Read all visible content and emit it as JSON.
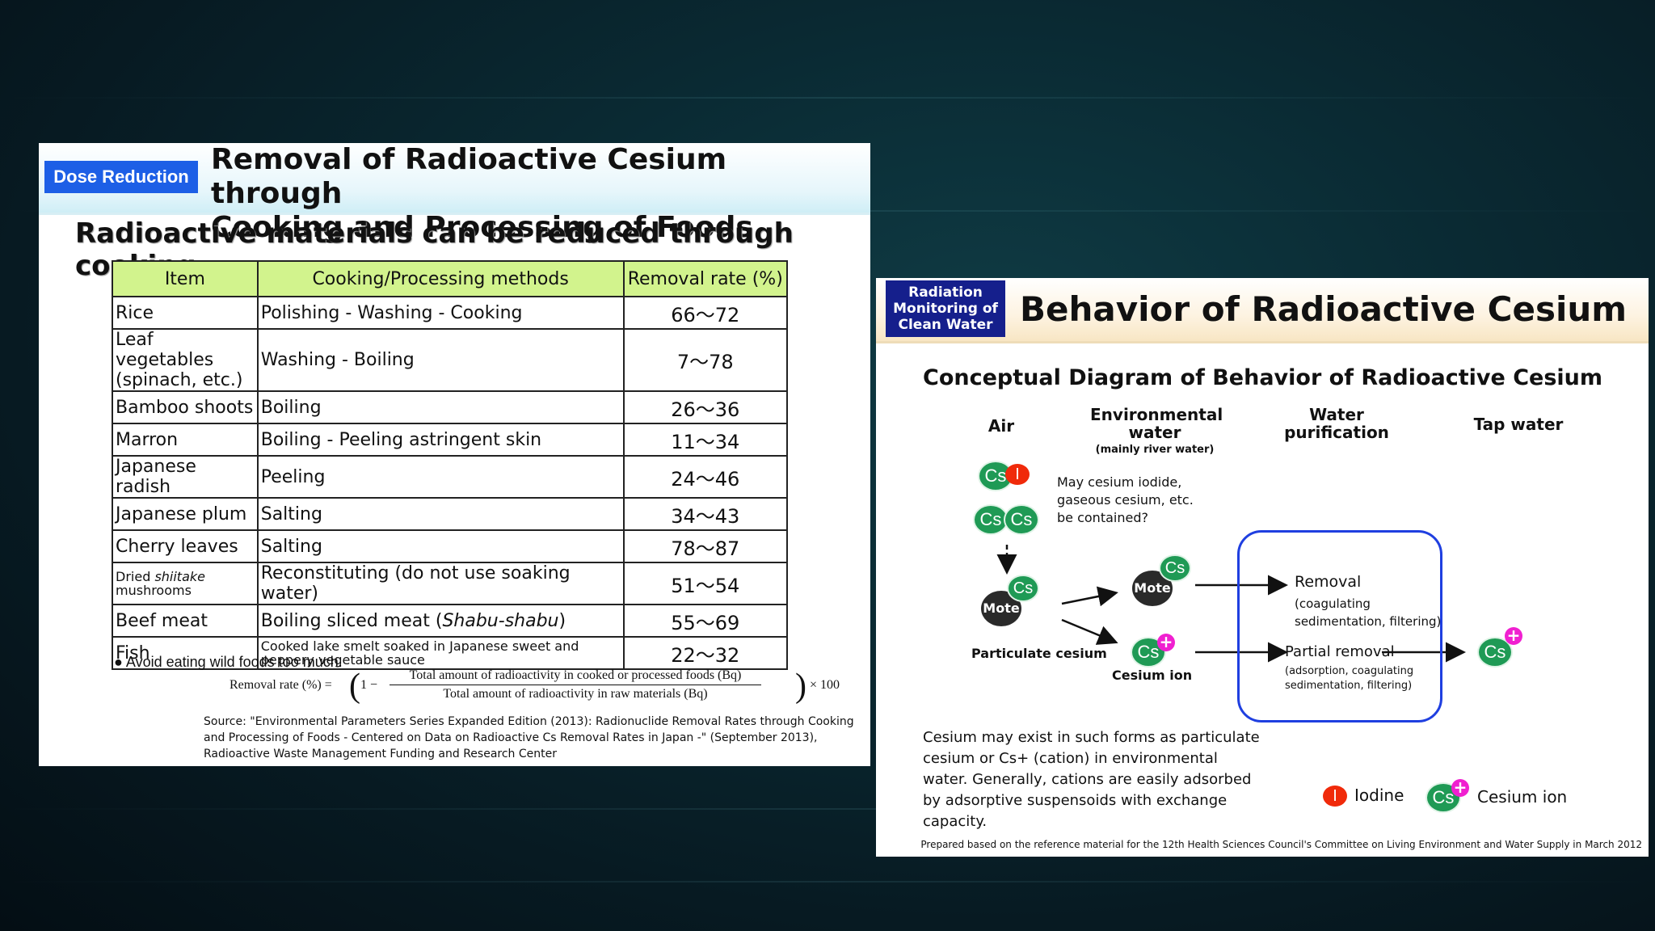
{
  "left_slide": {
    "tag": "Dose Reduction",
    "title_line1": "Removal of Radioactive Cesium through",
    "title_line2": "Cooking and Processing of Foods",
    "subtitle": "Radioactive materials can be reduced through cooking.",
    "table": {
      "headers": [
        "Item",
        "Cooking/Processing methods",
        "Removal rate (%)"
      ],
      "rows": [
        {
          "item": "Rice",
          "method": "Polishing - Washing - Cooking",
          "rate": "66～72"
        },
        {
          "item": "Leaf vegetables (spinach, etc.)",
          "method": "Washing - Boiling",
          "rate": "7～78"
        },
        {
          "item": "Bamboo shoots",
          "method": "Boiling",
          "rate": "26～36"
        },
        {
          "item": "Marron",
          "method": "Boiling - Peeling astringent skin",
          "rate": "11～34"
        },
        {
          "item": "Japanese radish",
          "method": "Peeling",
          "rate": "24～46"
        },
        {
          "item": "Japanese plum",
          "method": "Salting",
          "rate": "34～43"
        },
        {
          "item": "Cherry leaves",
          "method": "Salting",
          "rate": "78～87"
        },
        {
          "item_prefix": "Dried ",
          "item_italic": "shiitake",
          "item_suffix": " mushrooms",
          "method": "Reconstituting (do not use soaking water)",
          "rate": "51～54"
        },
        {
          "item": "Beef meat",
          "method_prefix": "Boiling sliced meat (",
          "method_italic": "Shabu-shabu",
          "method_suffix": ")",
          "rate": "55～69"
        },
        {
          "item": "Fish",
          "method": "Cooked lake smelt soaked in Japanese sweet and peppery vegetable sauce",
          "rate": "22～32"
        }
      ]
    },
    "note": "Avoid eating wild foods too much.",
    "formula": {
      "lhs": "Removal rate (%) =",
      "one": "1 −",
      "numerator": "Total amount of radioactivity in cooked or processed foods (Bq)",
      "denominator": "Total amount of radioactivity in raw materials (Bq)",
      "tail": "× 100"
    },
    "source": "Source: \"Environmental Parameters Series Expanded Edition (2013): Radionuclide Removal Rates through Cooking and Processing of Foods - Centered on Data on Radioactive Cs Removal Rates in Japan -\" (September 2013), Radioactive Waste Management Funding and Research Center"
  },
  "right_slide": {
    "tag": "Radiation Monitoring of Clean Water",
    "title": "Behavior of Radioactive Cesium",
    "diagram_title": "Conceptual Diagram of Behavior of Radioactive Cesium",
    "columns": {
      "air": "Air",
      "env_water": "Environmental water",
      "env_water_note": "(mainly river water)",
      "purification": "Water purification",
      "tap": "Tap water"
    },
    "symbols": {
      "cs": "Cs",
      "iodine": "I",
      "mote": "Mote",
      "plus": "+"
    },
    "gas_note": "May cesium iodide, gaseous cesium, etc. be contained?",
    "particulate_label": "Particulate cesium",
    "cesium_ion_label": "Cesium ion",
    "removal_label": "Removal",
    "removal_detail": "(coagulating sedimentation, filtering)",
    "partial_label": "Partial removal",
    "partial_detail": "(adsorption, coagulating sedimentation, filtering)",
    "body_text": "Cesium may exist in such forms as particulate cesium or Cs+ (cation) in environmental water. Generally, cations are easily adsorbed by adsorptive suspensoids with exchange capacity.",
    "legend": {
      "iodine": "Iodine",
      "cesium_ion": "Cesium ion"
    },
    "footer": "Prepared based on the reference material for the 12th Health Sciences Council's Committee on Living Environment and Water Supply in March 2012",
    "colors": {
      "cs_green": "#1f9a55",
      "iodine_red": "#f02a0a",
      "plus_magenta": "#f020d0",
      "box_blue": "#1f3fe0"
    }
  }
}
